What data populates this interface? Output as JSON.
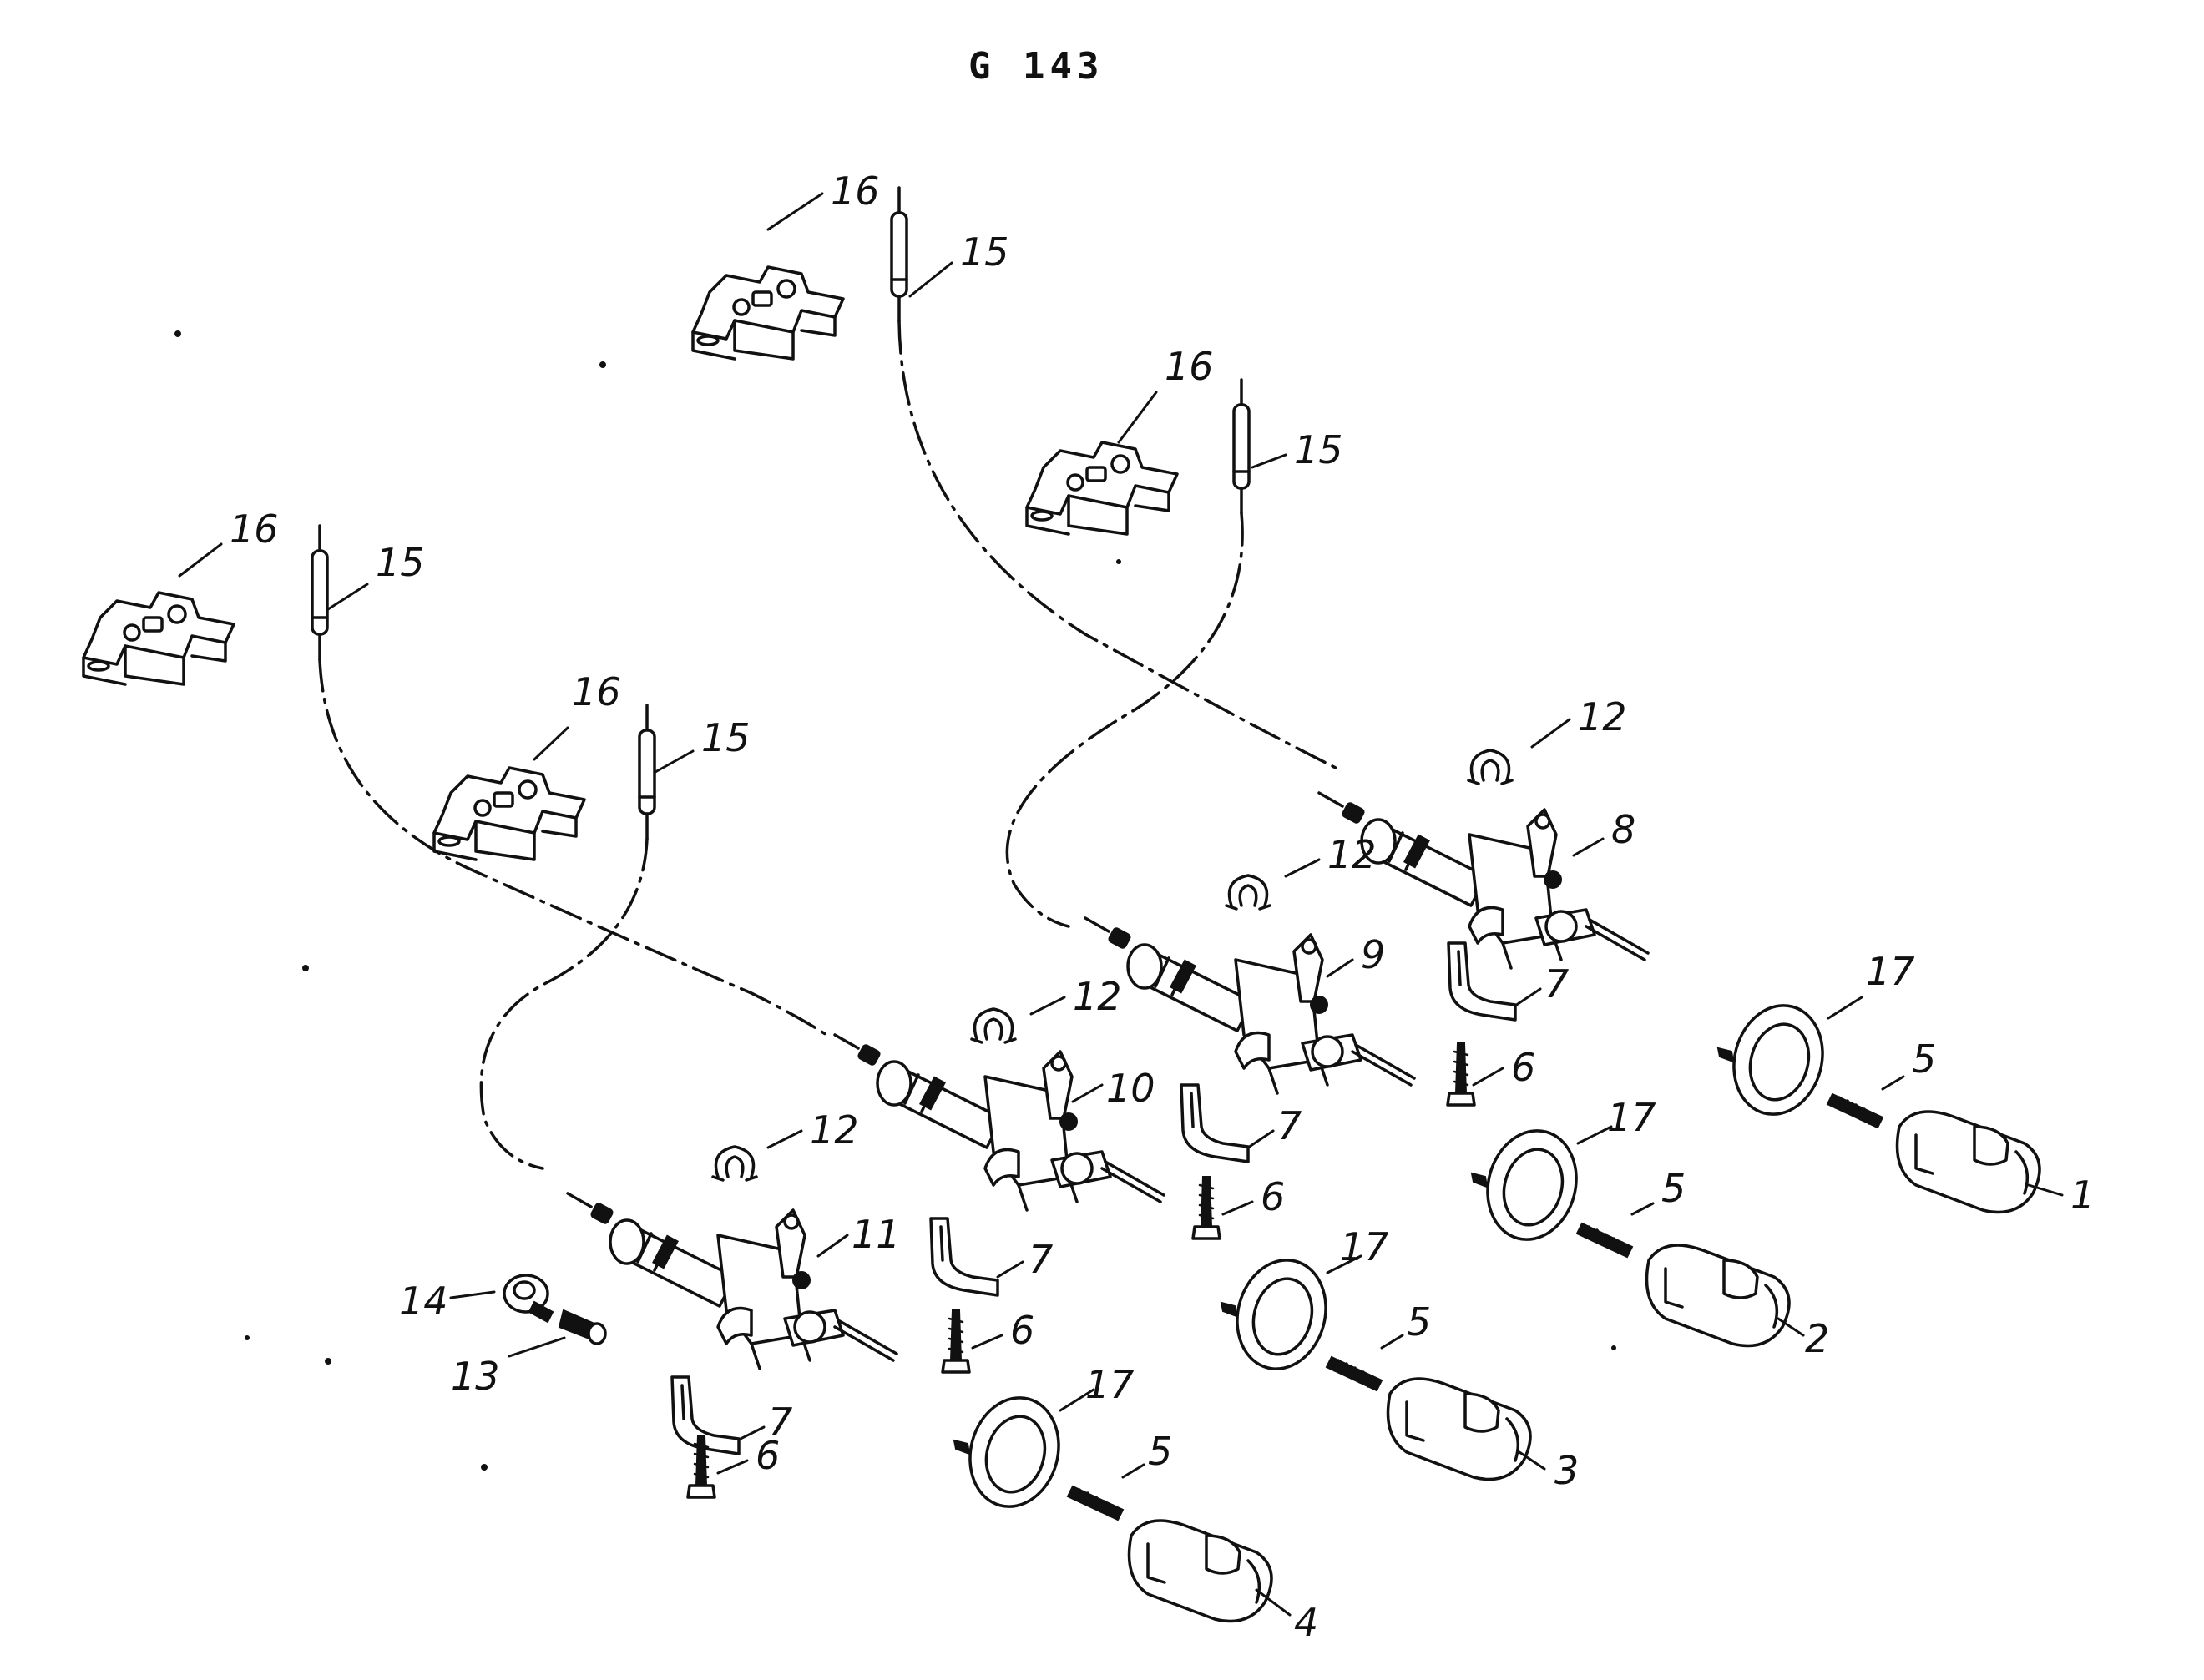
{
  "title": "G 143",
  "callouts": {
    "c1": "1",
    "c2": "2",
    "c3": "3",
    "c4": "4",
    "c5a": "5",
    "c5b": "5",
    "c5c": "5",
    "c5d": "5",
    "c6a": "6",
    "c6b": "6",
    "c6c": "6",
    "c6d": "6",
    "c7a": "7",
    "c7b": "7",
    "c7c": "7",
    "c7d": "7",
    "c8": "8",
    "c9": "9",
    "c10": "10",
    "c11": "11",
    "c12a": "12",
    "c12b": "12",
    "c12c": "12",
    "c12d": "12",
    "c13": "13",
    "c14": "14",
    "c15a": "15",
    "c15b": "15",
    "c15c": "15",
    "c15d": "15",
    "c16a": "16",
    "c16b": "16",
    "c16c": "16",
    "c16d": "16",
    "c17a": "17",
    "c17b": "17",
    "c17c": "17",
    "c17d": "17"
  }
}
